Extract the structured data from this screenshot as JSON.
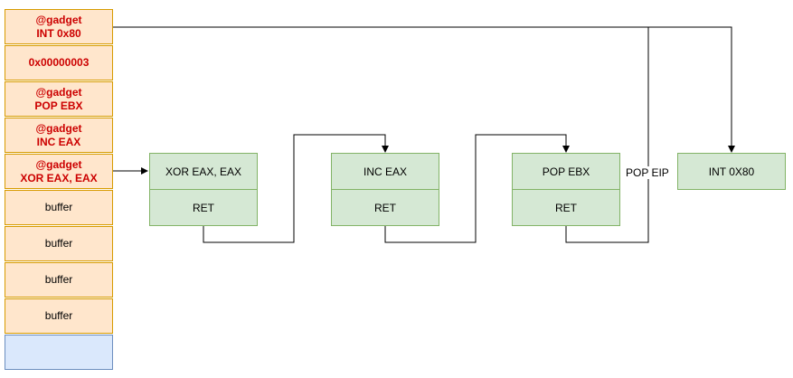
{
  "stack": {
    "cells": [
      {
        "type": "gadget",
        "line1": "@gadget",
        "line2": "INT 0x80"
      },
      {
        "type": "gadget",
        "line1": "0x00000003",
        "line2": ""
      },
      {
        "type": "gadget",
        "line1": "@gadget",
        "line2": "POP EBX"
      },
      {
        "type": "gadget",
        "line1": "@gadget",
        "line2": "INC EAX"
      },
      {
        "type": "gadget",
        "line1": "@gadget",
        "line2": "XOR EAX, EAX"
      },
      {
        "type": "buffer",
        "line1": "buffer",
        "line2": ""
      },
      {
        "type": "buffer",
        "line1": "buffer",
        "line2": ""
      },
      {
        "type": "buffer",
        "line1": "buffer",
        "line2": ""
      },
      {
        "type": "buffer",
        "line1": "buffer",
        "line2": ""
      },
      {
        "type": "empty",
        "line1": "",
        "line2": ""
      }
    ]
  },
  "gadgets": [
    {
      "instruction": "XOR EAX, EAX",
      "ret": "RET"
    },
    {
      "instruction": "INC EAX",
      "ret": "RET"
    },
    {
      "instruction": "POP EBX",
      "ret": "RET"
    }
  ],
  "syscall": {
    "instruction": "INT 0X80"
  },
  "labels": {
    "pop_eip": "POP EIP"
  },
  "colors": {
    "stack_fill": "#ffe6cc",
    "stack_border": "#d79b00",
    "gadget_text": "#cc0000",
    "box_fill": "#d5e8d4",
    "box_border": "#82b366",
    "empty_fill": "#dae8fc",
    "empty_border": "#6c8ebf"
  }
}
